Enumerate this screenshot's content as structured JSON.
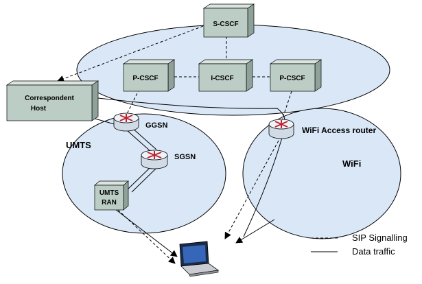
{
  "nodes": {
    "scscf": "S-CSCF",
    "pcscf_left": "P-CSCF",
    "icscf": "I-CSCF",
    "pcscf_right": "P-CSCF",
    "correspondent_line1": "Correspondent",
    "correspondent_line2": "Host",
    "ggsn": "GGSN",
    "sgsn": "SGSN",
    "umts_ran_line1": "UMTS",
    "umts_ran_line2": "RAN",
    "wifi_router": "WiFi Access router"
  },
  "areas": {
    "umts": "UMTS",
    "wifi": "WiFi"
  },
  "legend": {
    "sip": "SIP Signalling",
    "data": "Data traffic"
  },
  "colors": {
    "box_fill": "#bccdc6",
    "box_dark": "#8fa29a",
    "ellipse_fill": "#d9e7f7",
    "router_fill": "#e8eef4"
  },
  "icons": {
    "router": "router-icon",
    "laptop": "laptop-icon"
  }
}
